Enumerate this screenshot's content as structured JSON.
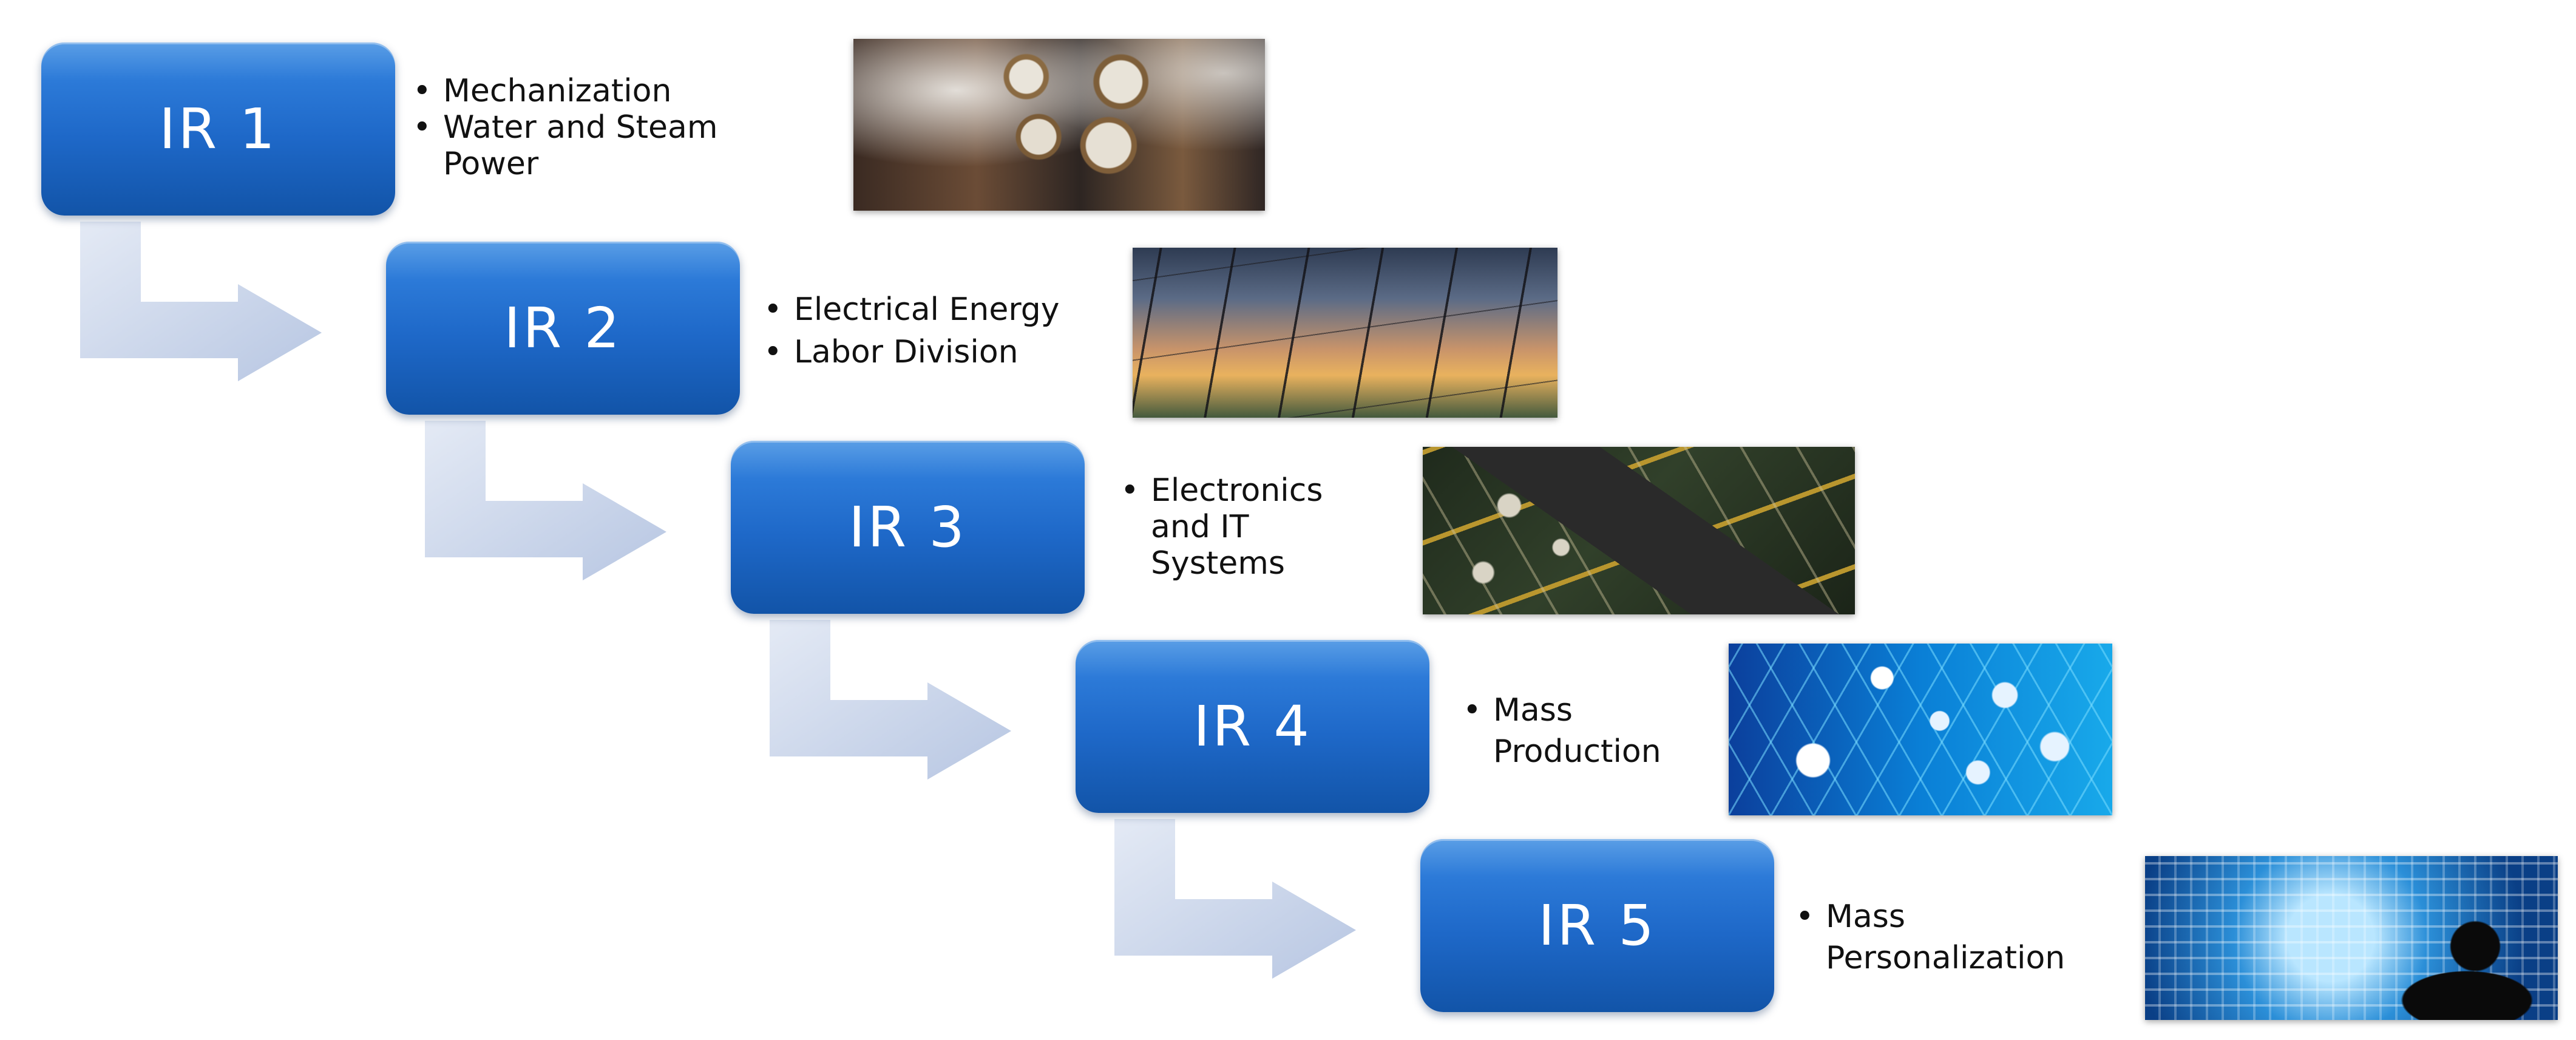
{
  "stages": [
    {
      "label": "IR 1",
      "bullets": [
        "Mechanization",
        "Water and Steam Power"
      ],
      "image": "steam-gauges-photo"
    },
    {
      "label": "IR 2",
      "bullets": [
        "Electrical Energy",
        "Labor Division"
      ],
      "image": "power-pylons-photo"
    },
    {
      "label": "IR 3",
      "bullets": [
        "Electronics and IT Systems"
      ],
      "image": "circuit-board-photo"
    },
    {
      "label": "IR 4",
      "bullets": [
        "Mass Production"
      ],
      "image": "hex-icon-network-photo"
    },
    {
      "label": "IR 5",
      "bullets": [
        "Mass Personalization"
      ],
      "image": "digital-globe-photo"
    }
  ],
  "colors": {
    "box": "#1e68c8",
    "box_text": "#ffffff",
    "arrow": "#c9d5ea",
    "bullet_text": "#111111"
  }
}
